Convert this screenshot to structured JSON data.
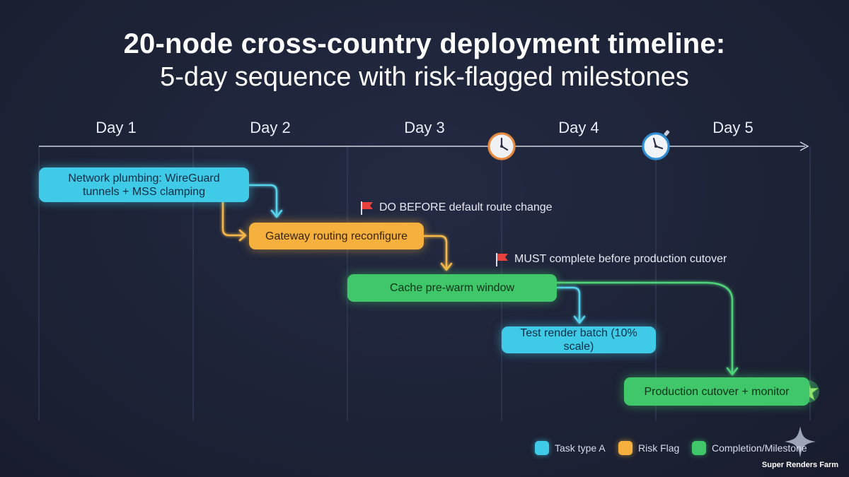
{
  "title": {
    "line1": "20-node cross-country deployment timeline:",
    "line2": "5-day sequence with risk-flagged milestones"
  },
  "timeline": {
    "days": [
      "Day 1",
      "Day 2",
      "Day 3",
      "Day 4",
      "Day 5"
    ]
  },
  "tasks": {
    "network_line1": "Network plumbing: WireGuard",
    "network_line2": "tunnels + MSS clamping",
    "gateway": "Gateway routing reconfigure",
    "cache": "Cache pre-warm window",
    "test": "Test render batch (10% scale)",
    "production": "Production cutover + monitor"
  },
  "flags": {
    "flag1": "DO BEFORE default route change",
    "flag2": "MUST complete before production cutover"
  },
  "legend": {
    "item1": "Task type A",
    "item2": "Risk Flag",
    "item3": "Completion/Milestone"
  },
  "brand": "Super Renders Farm",
  "colors": {
    "task_type_a": "#3fcbe8",
    "risk_flag": "#f5b03e",
    "completion": "#3fc76a",
    "flag_red": "#e8413c"
  },
  "icons": [
    "clock-icon",
    "stopwatch-icon",
    "flag-icon",
    "star-icon",
    "sparkle-logo-icon"
  ]
}
